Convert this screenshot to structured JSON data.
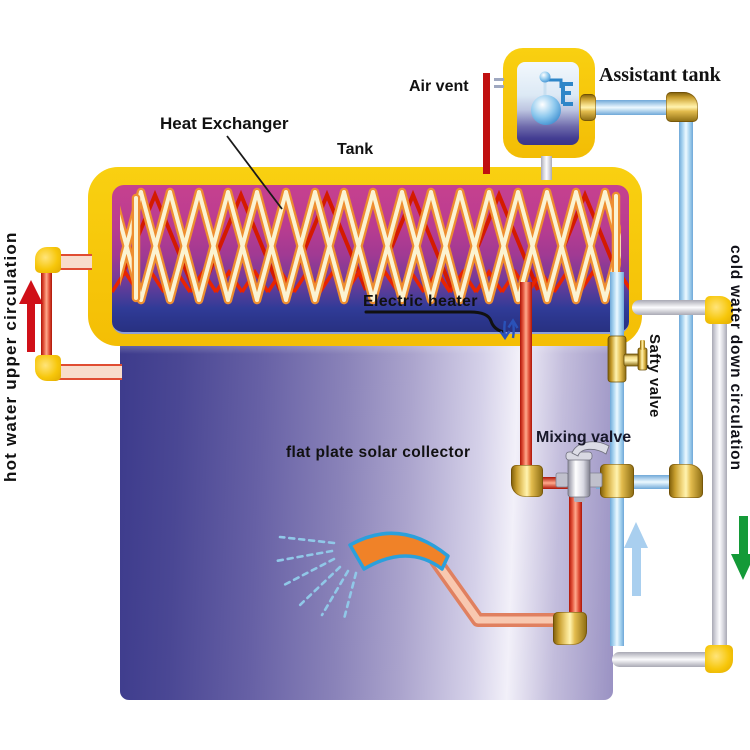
{
  "labels": {
    "heat_exchanger": "Heat Exchanger",
    "tank": "Tank",
    "air_vent": "Air vent",
    "assistant_tank": "Assistant tank",
    "electric_heater": "Electric heater",
    "safety_valve": "Safty valve",
    "mixing_valve": "Mixing valve",
    "solar_collector": "flat plate solar collector",
    "hot_water_circulation": "hot water upper circulation",
    "cold_water_circulation": "cold water down circulation"
  },
  "arrows": {
    "hot_water": "up",
    "collector_return": "up",
    "cold_water": "down"
  },
  "colors": {
    "tank_shell_yellow": "#F6C50A",
    "tank_interior_magenta": "#C6418F",
    "tank_interior_navy": "#2A3489",
    "coil_cream": "#FBF3D2",
    "coil_orange": "#EE8E30",
    "coil_red": "#D41A00",
    "hot_pipe_red": "#D42313",
    "cold_pipe_blue": "#A8D4F0",
    "supply_pipe_white": "#E9E9EE",
    "brass_fitting": "#C9A032",
    "yellow_elbow": "#F7C70B",
    "collector_indigo": "#3D3B8C",
    "collector_lavender": "#CAC5E2",
    "air_vent_red": "#C01010",
    "arrow_red": "#D01018",
    "arrow_blue": "#A9CFEF",
    "arrow_green": "#149A38",
    "shower_orange": "#F08228",
    "shower_outline_blue": "#2BA0DC"
  }
}
